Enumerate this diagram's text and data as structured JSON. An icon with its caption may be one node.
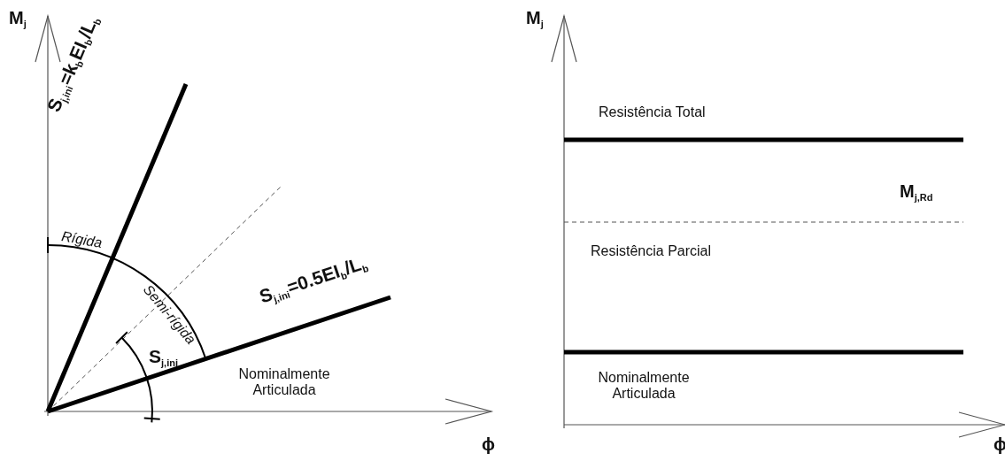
{
  "diagram": {
    "labels": [
      "M$_{j}$",
      "S$_{j,ini}$=k$_{b}$EI$_{b}$/L$_{b}$",
      "Rígida",
      "Semi-rígida",
      "S$_{j,ini}$=0.5EI$_{b}$/L$_{b}$",
      "S$_{j,ini}$",
      "Nominalmente Articulada",
      "ϕ",
      "M$_{j}$",
      "Resistência Total",
      "M$_{j,Rd}$",
      "Resistência Parcial",
      "Nominalmente Articulada",
      "ϕ"
    ]
  }
}
